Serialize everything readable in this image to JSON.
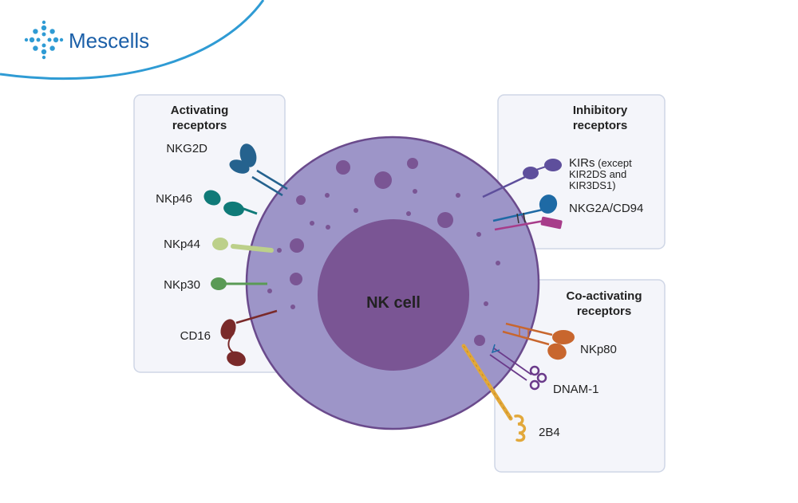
{
  "brand": {
    "name": "Mescells"
  },
  "cell": {
    "label": "NK cell"
  },
  "panels": {
    "activating": {
      "title_line1": "Activating",
      "title_line2": "receptors",
      "receptors": [
        "NKG2D",
        "NKp46",
        "NKp44",
        "NKp30",
        "CD16"
      ]
    },
    "inhibitory": {
      "title_line1": "Inhibitory",
      "title_line2": "receptors",
      "kirs_line1_main": "KIRs",
      "kirs_line1_note": " (except",
      "kirs_line2": "KIR2DS and",
      "kirs_line3": "KIR3DS1)",
      "nkg2a": "NKG2A/CD94"
    },
    "coactivating": {
      "title_line1": "Co-activating",
      "title_line2": "receptors",
      "receptors": [
        "NKp80",
        "DNAM-1",
        "2B4"
      ]
    }
  },
  "colors": {
    "cell_outer": "#9d95c8",
    "cell_border": "#6a4a8c",
    "nucleus": "#7a5594",
    "panel_fill": "#f4f5fa",
    "panel_border": "#cfd6e6",
    "brand_blue": "#1b5fa8",
    "swoosh": "#2f9bd4",
    "nkg2d": "#25628e",
    "nkp46": "#0f7a78",
    "nkp44": "#bcd08a",
    "nkp30": "#5a9a55",
    "cd16": "#7a2a2a",
    "kir": "#5e4f9c",
    "nkg2a": "#a73c8a",
    "cd94": "#1e6aa5",
    "nkp80": "#c8662e",
    "dnam1": "#6a3a8a",
    "twob4": "#e2a83a"
  }
}
